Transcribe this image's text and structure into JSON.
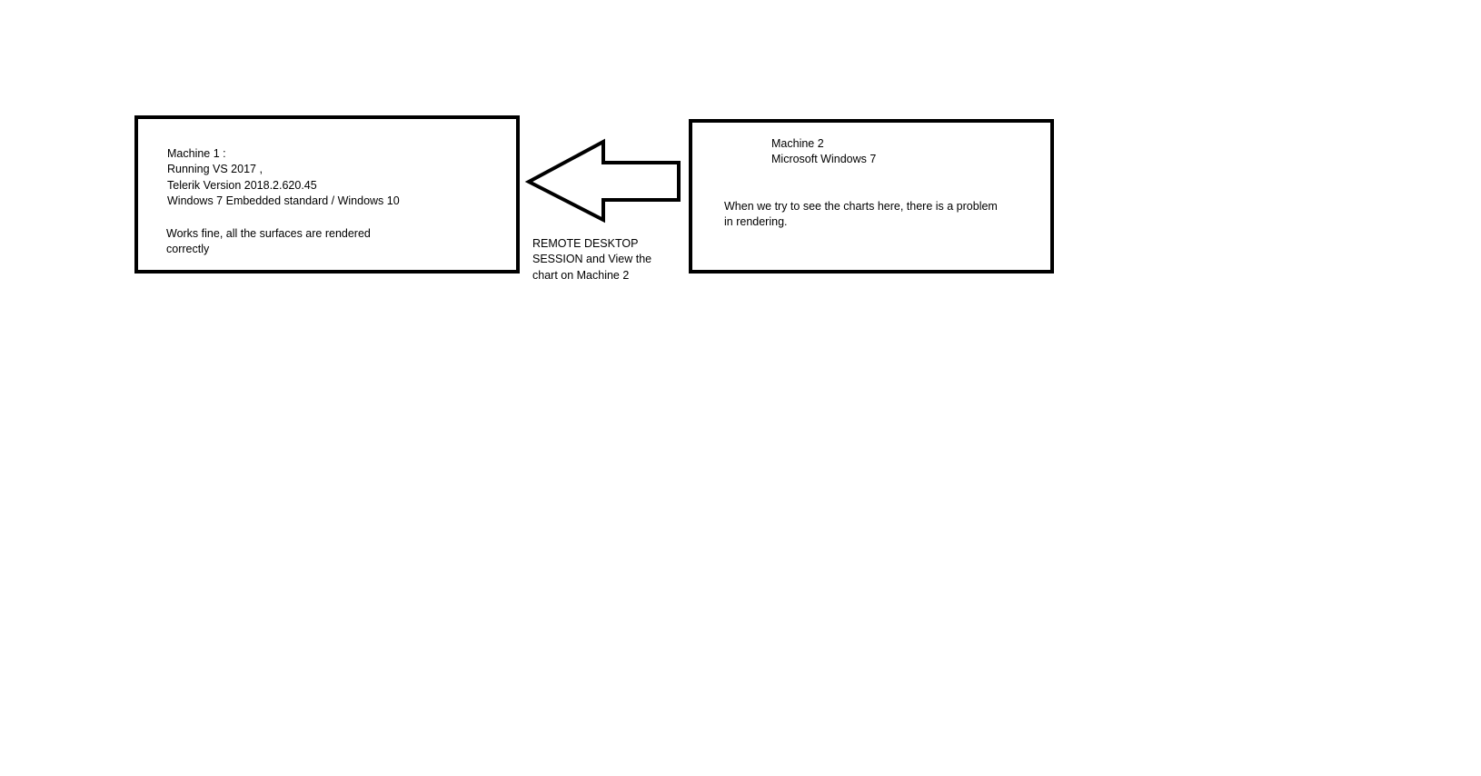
{
  "machine1": {
    "lines": [
      "Machine 1 :",
      "Running VS 2017 ,",
      "Telerik Version 2018.2.620.45",
      "Windows 7 Embedded standard / Windows 10"
    ],
    "status_lines": [
      "Works fine, all the surfaces are rendered",
      "correctly"
    ]
  },
  "arrow_label": {
    "lines": [
      "REMOTE DESKTOP",
      "SESSION and View the",
      "chart on Machine 2"
    ]
  },
  "machine2": {
    "lines": [
      "Machine 2",
      "Microsoft Windows 7"
    ],
    "problem_lines": [
      "When we try to see the charts here, there is a problem",
      "in rendering."
    ]
  }
}
